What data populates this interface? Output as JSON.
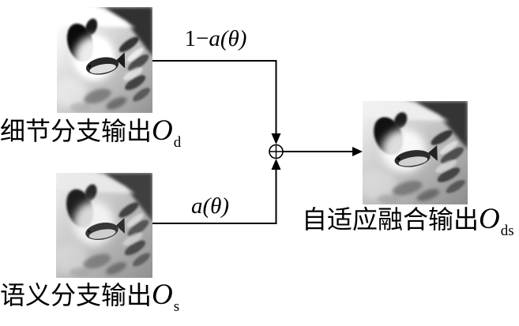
{
  "figure": {
    "operator_symbol": "⊕",
    "edge_labels": {
      "top": {
        "prefix": "1−",
        "term": "a(θ)"
      },
      "bottom": {
        "prefix": "",
        "term": "a(θ)"
      }
    },
    "captions": {
      "detail": {
        "text": "细节分支输出",
        "var": "O",
        "sub": "d"
      },
      "semantic": {
        "text": "语义分支输出",
        "var": "O",
        "sub": "s"
      },
      "fused": {
        "text": "自适应融合输出",
        "var": "O",
        "sub": "ds"
      }
    },
    "images": {
      "detail": "underwater-fish-photo-detail-branch",
      "semantic": "underwater-fish-photo-semantic-branch",
      "fused": "underwater-fish-photo-fused-output"
    },
    "colors": {
      "line": "#000000",
      "text": "#000000",
      "background": "#ffffff"
    }
  }
}
